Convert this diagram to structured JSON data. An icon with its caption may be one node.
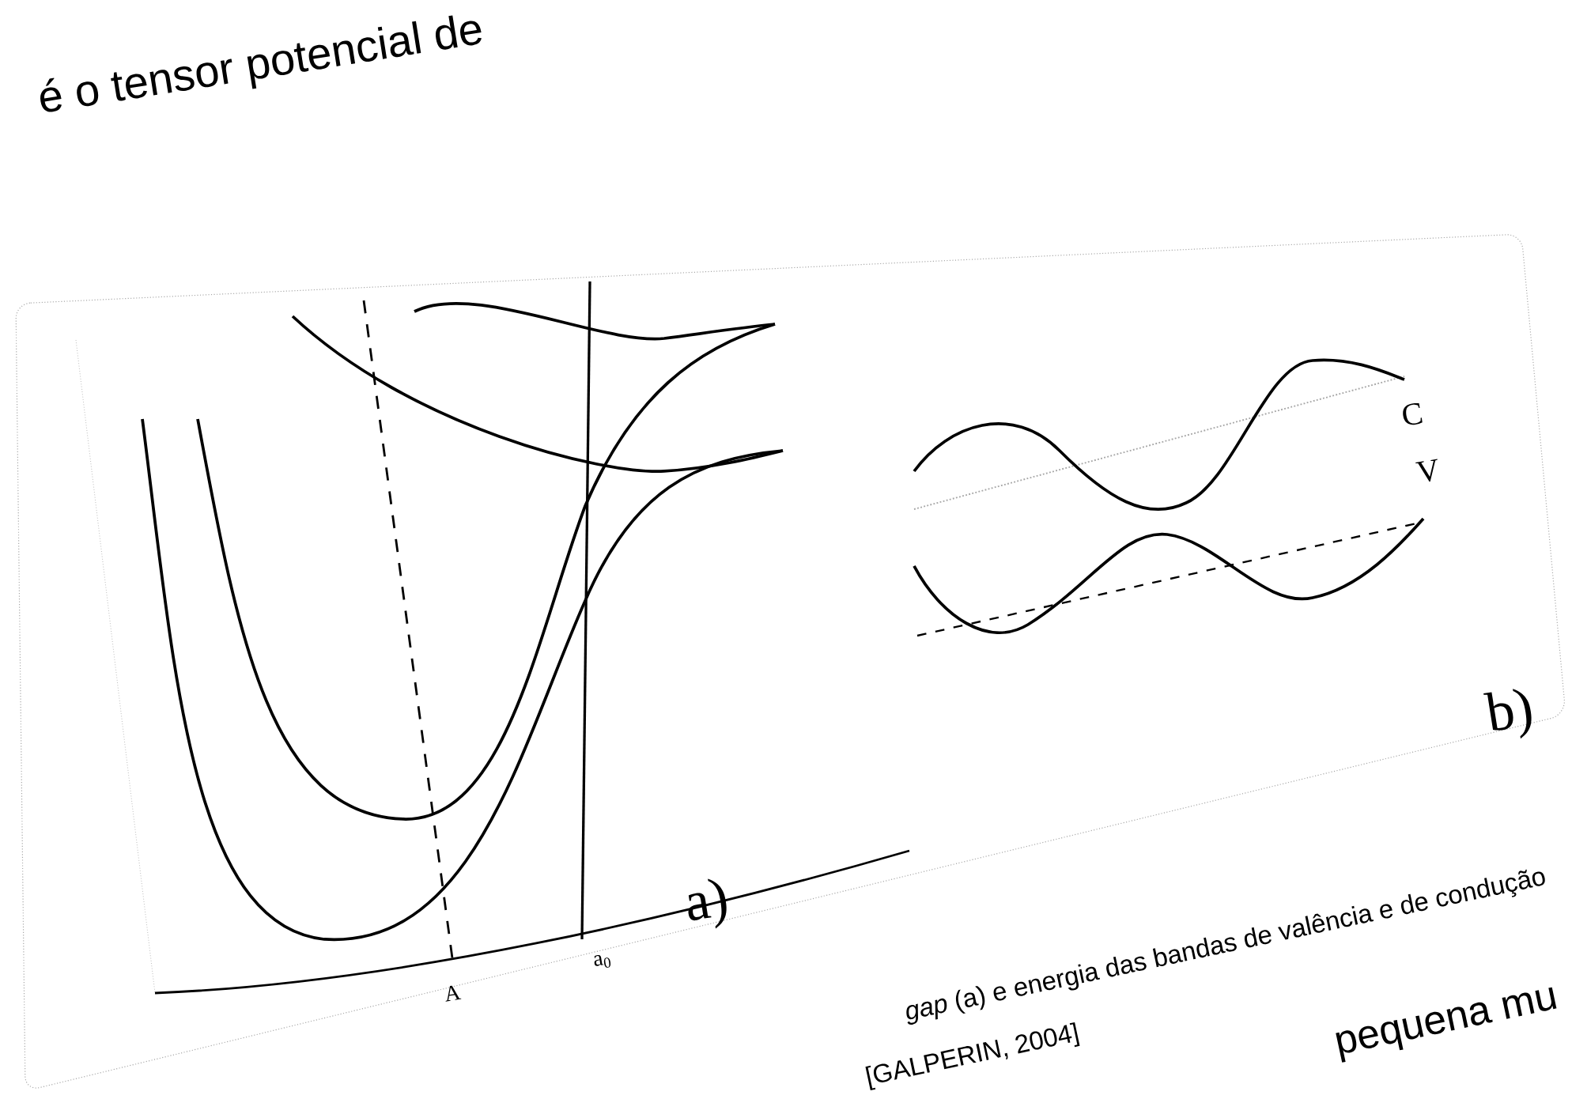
{
  "diagram": {
    "labels": [
      "é o tensor potencial de",
      "C",
      "V",
      "b)",
      "a)",
      "A",
      "a$_{0}$",
      "*gap* (a) e energia das bandas de valência e de condução",
      "[GALPERIN, 2004]",
      "pequena mu"
    ]
  }
}
